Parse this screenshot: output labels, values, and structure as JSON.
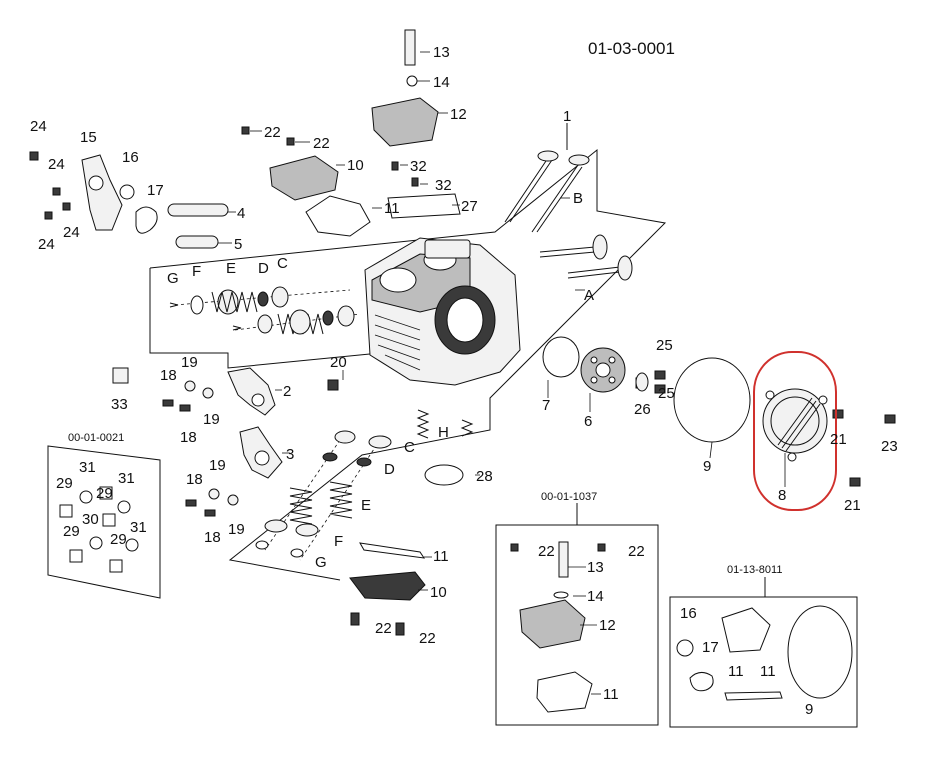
{
  "diagram_code": "01-03-0001",
  "sections": {
    "nuts_kit": "00-01-0021",
    "cap_kit": "00-01-1037",
    "gasket_kit": "01-13-8011"
  },
  "labels": {
    "p1": "1",
    "p2": "2",
    "p3": "3",
    "p4": "4",
    "p5": "5",
    "p6": "6",
    "p7": "7",
    "p8": "8",
    "p9": "9",
    "p9b": "9",
    "p10": "10",
    "p10b": "10",
    "p11": "11",
    "p11b": "11",
    "p11c": "11",
    "p11d": "11",
    "p11e": "11",
    "p12": "12",
    "p12b": "12",
    "p13": "13",
    "p13b": "13",
    "p14": "14",
    "p14b": "14",
    "p15": "15",
    "p16": "16",
    "p16b": "16",
    "p17": "17",
    "p17b": "17",
    "p18a": "18",
    "p18b": "18",
    "p18c": "18",
    "p18d": "18",
    "p19a": "19",
    "p19b": "19",
    "p19c": "19",
    "p19d": "19",
    "p20": "20",
    "p21a": "21",
    "p21b": "21",
    "p22a": "22",
    "p22b": "22",
    "p22c": "22",
    "p22d": "22",
    "p22e": "22",
    "p22f": "22",
    "p23": "23",
    "p24a": "24",
    "p24b": "24",
    "p24c": "24",
    "p24d": "24",
    "p25a": "25",
    "p25b": "25",
    "p26": "26",
    "p27": "27",
    "p28": "28",
    "p29a": "29",
    "p29b": "29",
    "p29c": "29",
    "p30": "30",
    "p31a": "31",
    "p31b": "31",
    "p31c": "31",
    "p32a": "32",
    "p32b": "32",
    "p33": "33",
    "A": "A",
    "B": "B",
    "C": "C",
    "C2": "C",
    "D": "D",
    "D2": "D",
    "E": "E",
    "E2": "E",
    "F": "F",
    "F2": "F",
    "G": "G",
    "G2": "G",
    "H": "H"
  },
  "highlight": {
    "part": "8",
    "color": "#d0312d"
  }
}
